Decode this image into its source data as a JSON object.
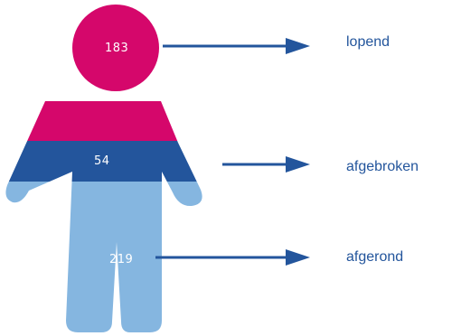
{
  "colors": {
    "pink": "#D5076B",
    "dark_blue": "#23559C",
    "light_blue": "#85B6E0",
    "arrow": "#23559C",
    "label": "#23559C",
    "number_text": "#FFFFFF"
  },
  "chart_data": {
    "type": "infographic",
    "segments": [
      {
        "value": 183,
        "label": "lopend",
        "color": "#D5076B"
      },
      {
        "value": 54,
        "label": "afgebroken",
        "color": "#23559C"
      },
      {
        "value": 219,
        "label": "afgerond",
        "color": "#85B6E0"
      }
    ]
  }
}
